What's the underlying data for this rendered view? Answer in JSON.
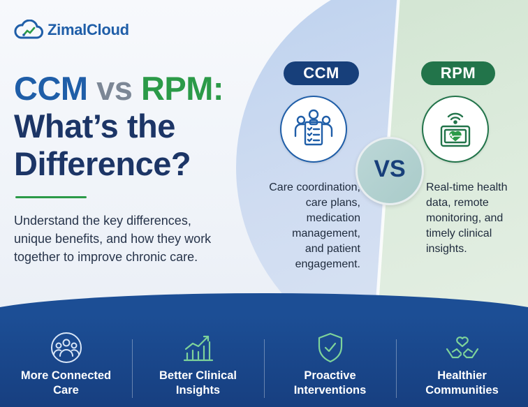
{
  "brand": {
    "name": "ZimalCloud"
  },
  "headline": {
    "ccm": "CCM",
    "vs": "vs",
    "rpm": "RPM:",
    "line2": "What’s the",
    "line3": "Difference?"
  },
  "subtitle": "Understand the key differences, unique benefits, and how they work together to improve chronic care.",
  "ccm": {
    "label": "CCM",
    "icon": "care-team-clipboard-icon",
    "desc_lines": [
      "Care coordination,",
      "care plans,",
      "medication",
      "management,",
      "and patient",
      "engagement."
    ]
  },
  "vs_badge": "VS",
  "rpm": {
    "label": "RPM",
    "icon": "remote-heart-monitor-icon",
    "desc_lines": [
      "Real-time health",
      "data, remote",
      "monitoring, and",
      "timely clinical",
      "insights."
    ]
  },
  "features": [
    {
      "icon": "connected-people-icon",
      "lines": [
        "More Connected",
        "Care"
      ]
    },
    {
      "icon": "growth-chart-icon",
      "lines": [
        "Better Clinical",
        "Insights"
      ]
    },
    {
      "icon": "shield-check-icon",
      "lines": [
        "Proactive",
        "Interventions"
      ]
    },
    {
      "icon": "hands-heart-icon",
      "lines": [
        "Healthier",
        "Communities"
      ]
    }
  ],
  "colors": {
    "brand_blue": "#1f5ea8",
    "navy": "#1c3566",
    "green": "#2b9a48",
    "pill_ccm": "#173f7a",
    "pill_rpm": "#22744a",
    "bottom_bar": "#1c4e95"
  }
}
